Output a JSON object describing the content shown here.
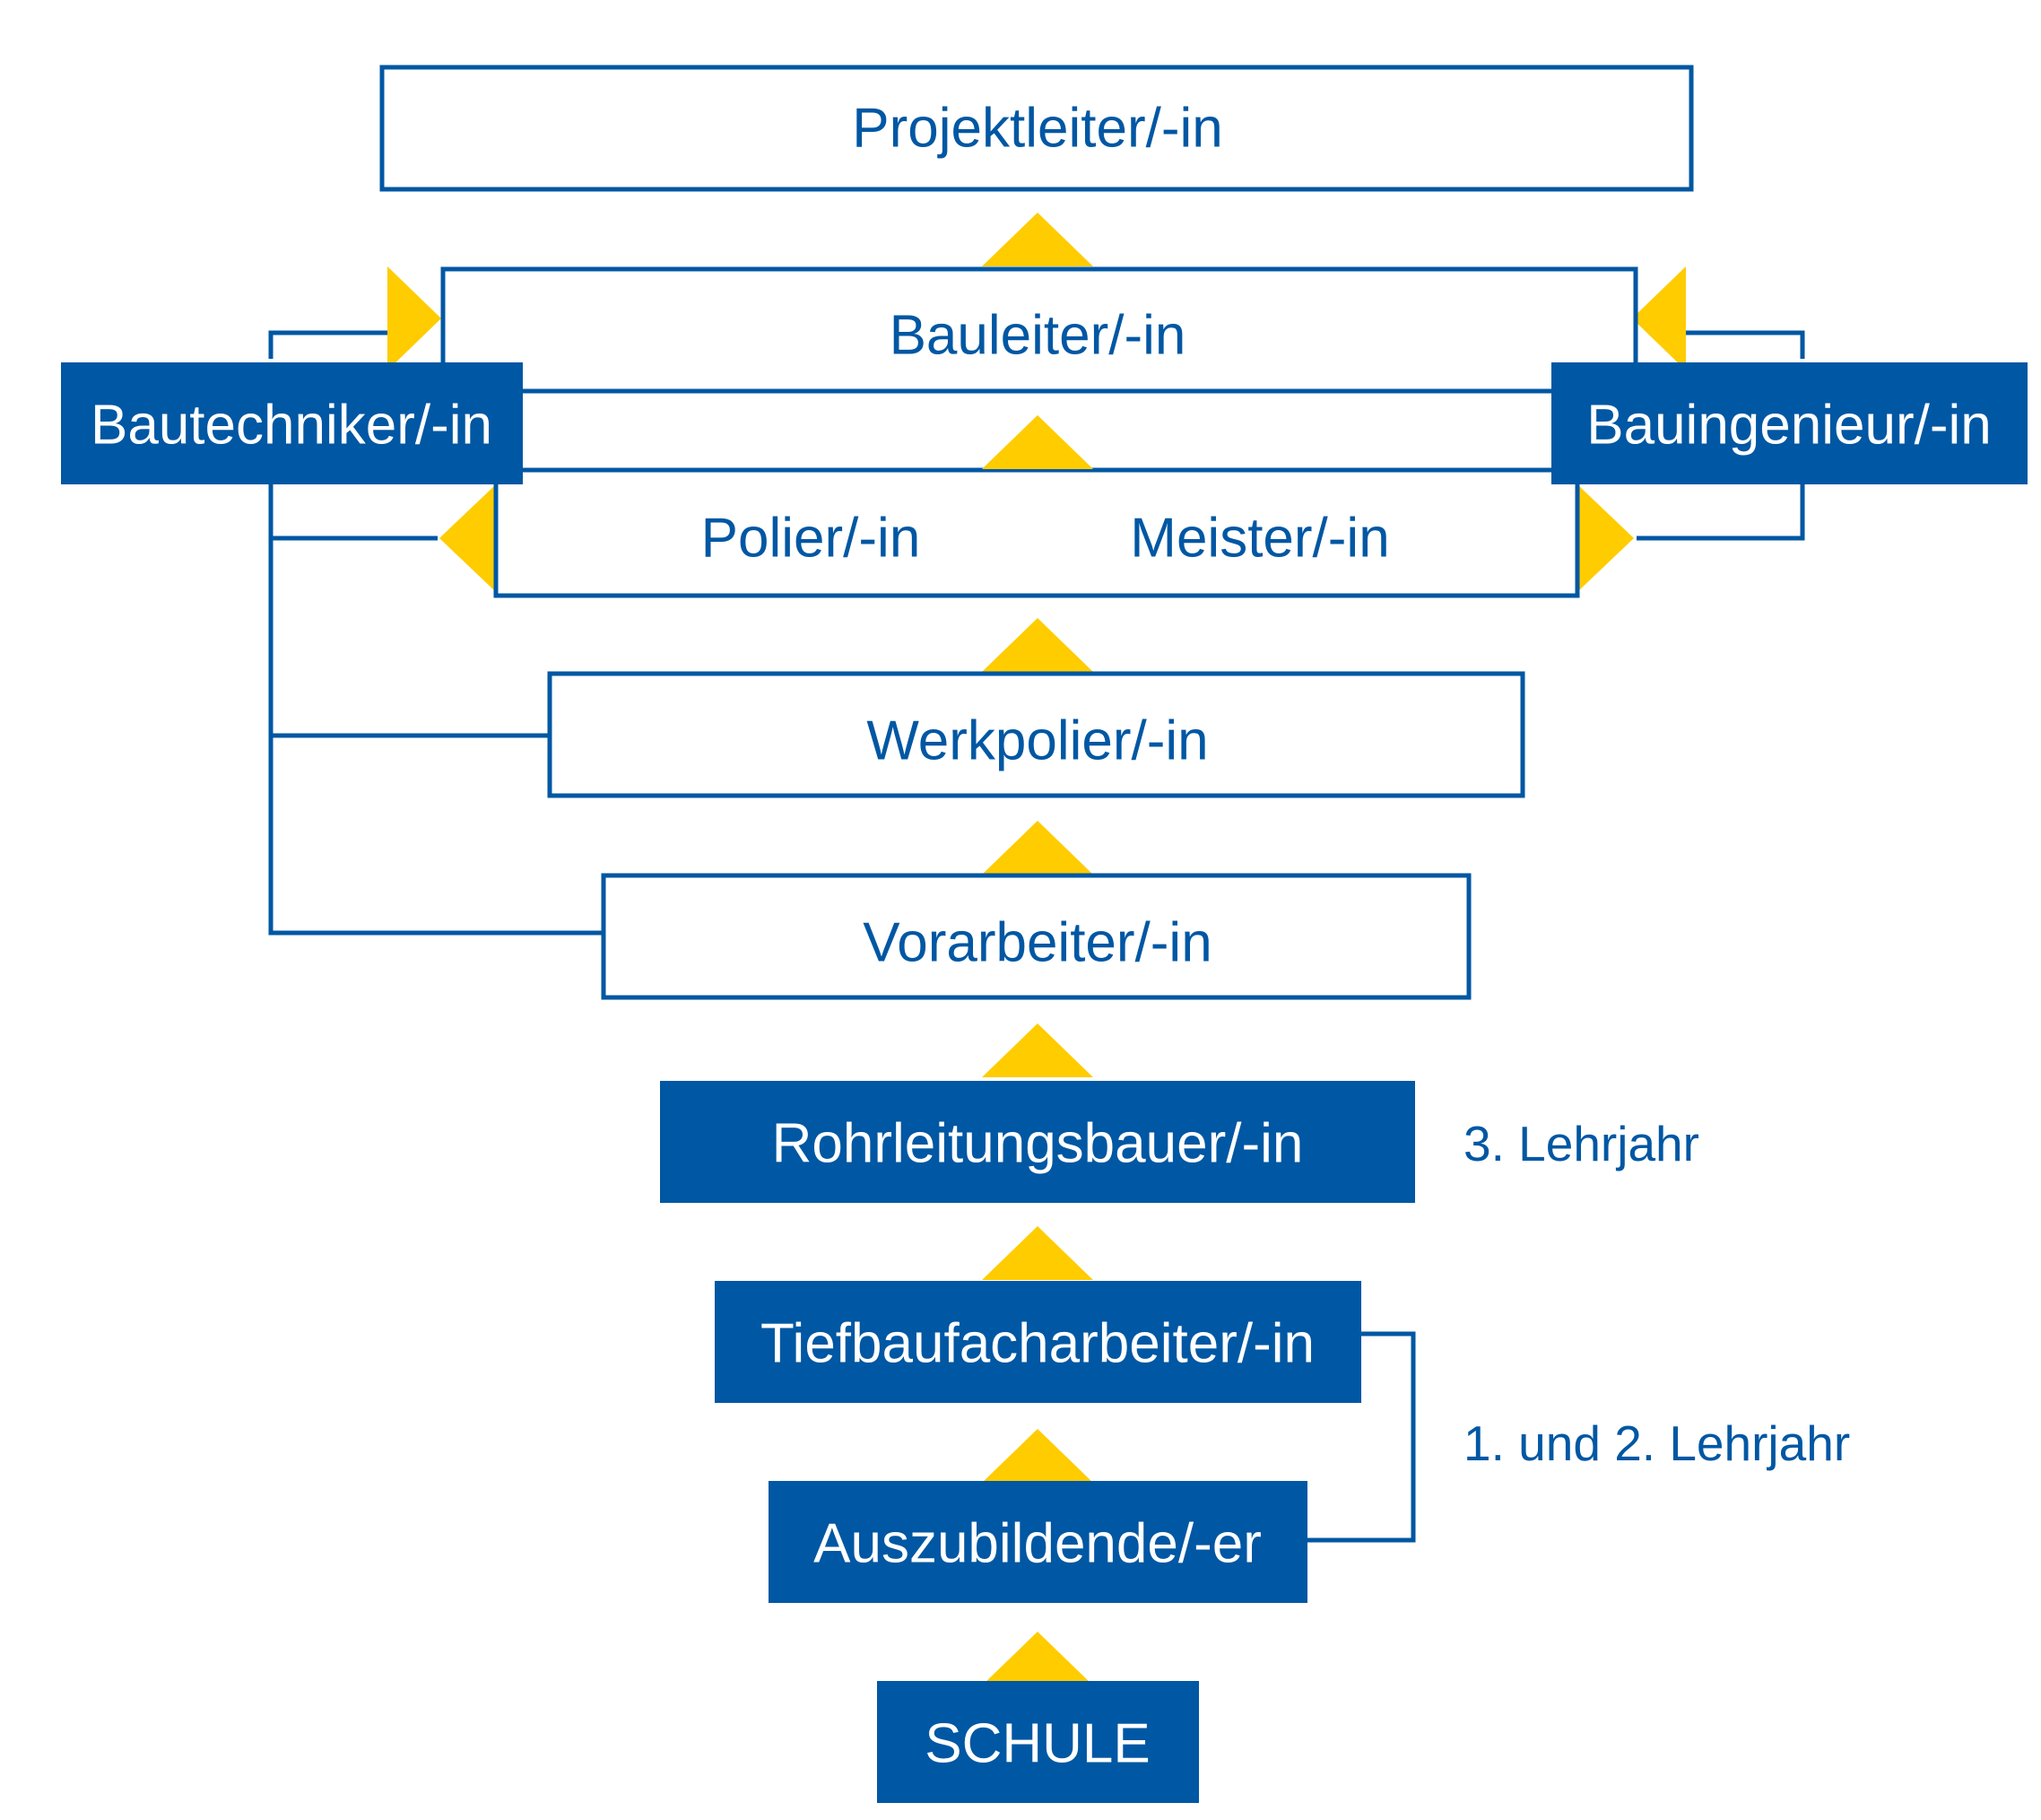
{
  "colors": {
    "blue": "#0057a3",
    "yellow": "#ffcc00",
    "white": "#ffffff"
  },
  "boxes": {
    "projektleiter": "Projektleiter/-in",
    "bauleiter": "Bauleiter/-in",
    "polier": "Polier/-in",
    "meister": "Meister/-in",
    "werkpolier": "Werkpolier/-in",
    "vorarbeiter": "Vorarbeiter/-in",
    "rohrleitungsbauer": "Rohrleitungsbauer/-in",
    "tiefbaufacharbeiter": "Tiefbaufacharbeiter/-in",
    "auszubildende": "Auszubildende/-er",
    "schule": "SCHULE",
    "bautechniker": "Bautechniker/-in",
    "bauingenieur": "Bauingenieur/-in"
  },
  "notes": {
    "lehrjahr3": "3. Lehrjahr",
    "lehrjahr12": "1. und 2. Lehrjahr"
  }
}
